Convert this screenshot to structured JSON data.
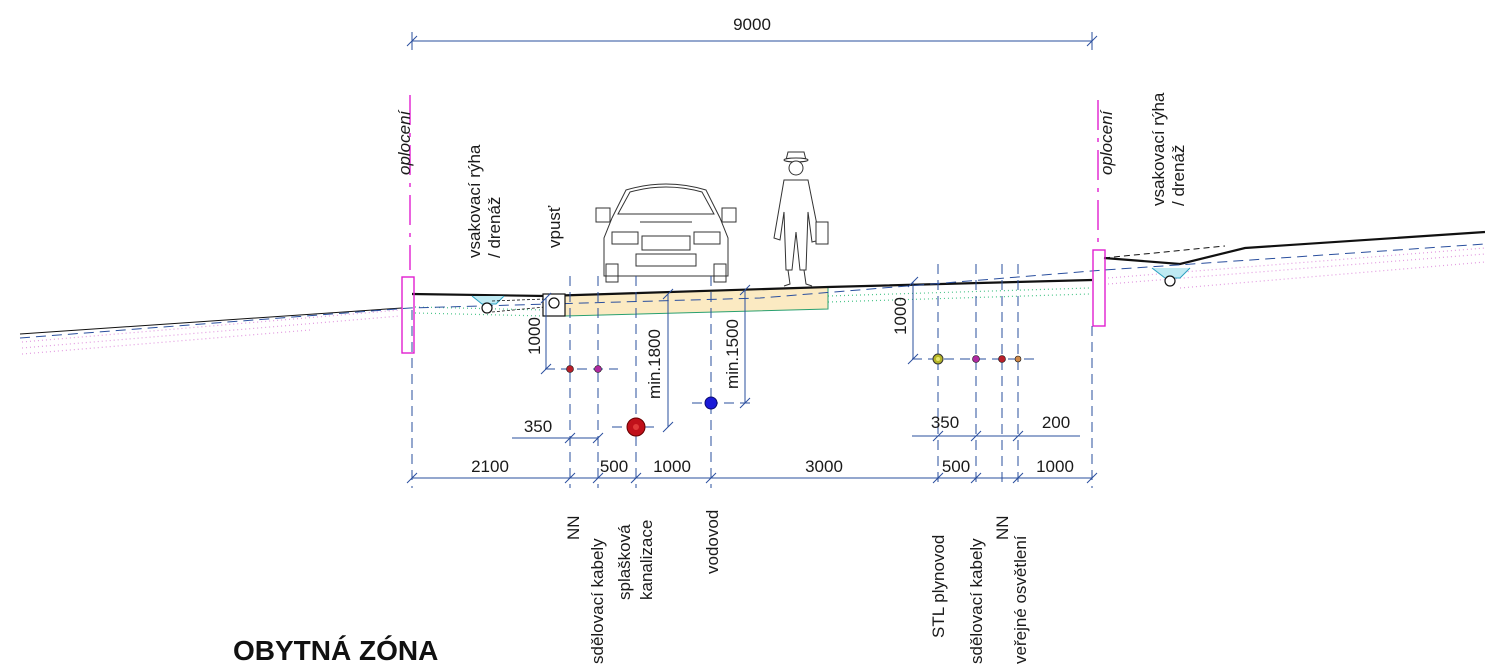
{
  "title": "OBYTNÁ ZÓNA",
  "total_width": "9000",
  "labels": {
    "fence_left": "oplocení",
    "fence_right": "oplocení",
    "swale_left_1": "vsakovací rýha",
    "swale_left_2": "/ drenáž",
    "swale_right_1": "vsakovací rýha",
    "swale_right_2": "/ drenáž",
    "inlet": "vpusť"
  },
  "vertical_dims": {
    "left_depth": "1000",
    "sewer_depth": "min.1800",
    "water_depth": "min.1500",
    "right_depth": "1000"
  },
  "offset_dims": {
    "left_350": "350",
    "right_350": "350",
    "right_200": "200"
  },
  "bottom_dims": [
    "2100",
    "500",
    "1000",
    "3000",
    "500",
    "1000"
  ],
  "utilities": [
    {
      "name": "NN",
      "color": "#b81f2a"
    },
    {
      "name": "sdělovací kabely",
      "color": "#b02aa0"
    },
    {
      "name": "splašková kanalizace",
      "name_line1": "splašková",
      "name_line2": "kanalizace",
      "color": "#c0101a"
    },
    {
      "name": "vodovod",
      "color": "#1a1ad8"
    },
    {
      "name": "STL plynovod",
      "color": "#b5b527"
    },
    {
      "name": "sdělovací kabely",
      "color": "#b02aa0"
    },
    {
      "name": "NN",
      "color": "#b81f2a"
    },
    {
      "name": "veřejné osvětlení",
      "color": "#d08a4a"
    }
  ],
  "colors": {
    "dimension": "#2a4f9e",
    "fence": "#e01fd0",
    "pavement": "#fbeac2",
    "green": "#4cc58a",
    "soil": "#e29ae0"
  }
}
